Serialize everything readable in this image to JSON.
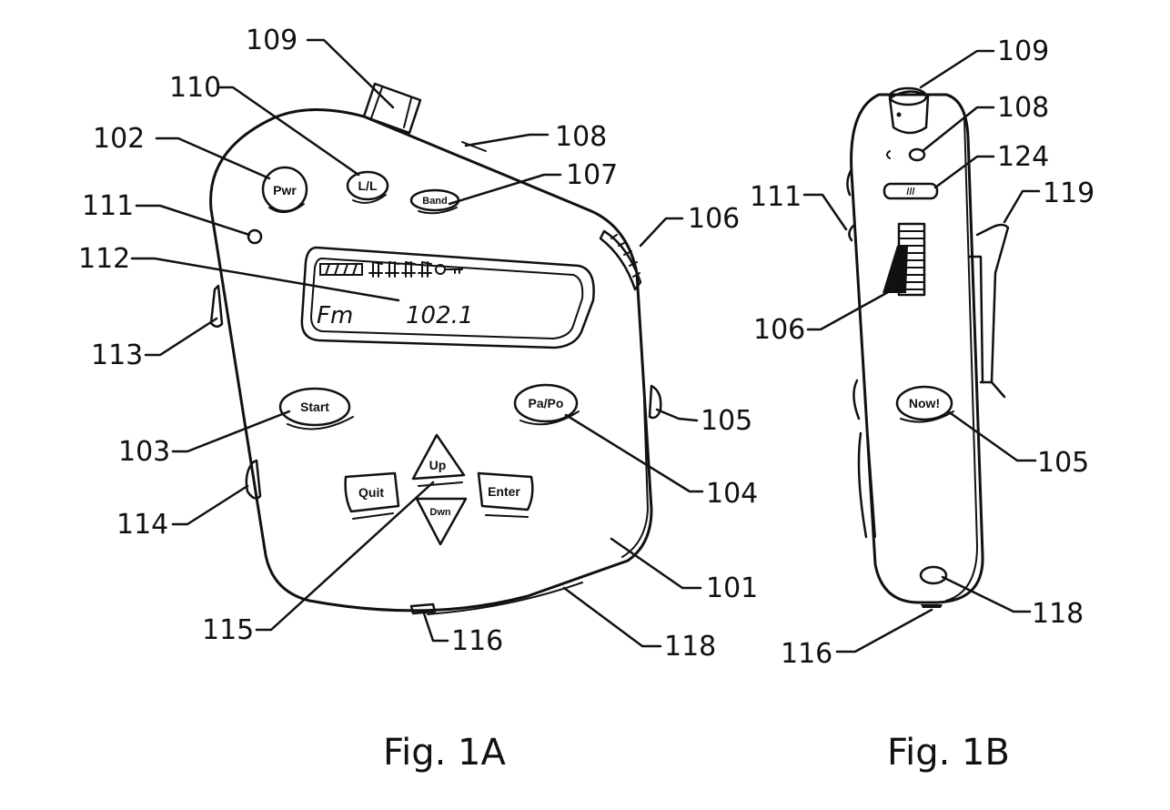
{
  "figures": [
    {
      "caption": "Fig. 1A"
    },
    {
      "caption": "Fig. 1B"
    }
  ],
  "device_front": {
    "display": {
      "band": "Fm",
      "frequency": "102.1"
    },
    "buttons": {
      "power": "Pwr",
      "lock": "L/L",
      "band": "Band",
      "start": "Start",
      "pause": "Pa/Po",
      "quit": "Quit",
      "up": "Up",
      "down": "Dwn",
      "enter": "Enter"
    }
  },
  "device_side": {
    "buttons": {
      "now": "Now!",
      "switch": "///"
    }
  },
  "labels_1a": {
    "l109": "109",
    "l110": "110",
    "l102": "102",
    "l111": "111",
    "l112": "112",
    "l108": "108",
    "l107": "107",
    "l106": "106",
    "l113": "113",
    "l103": "103",
    "l105": "105",
    "l104": "104",
    "l114": "114",
    "l115": "115",
    "l116": "116",
    "l118": "118",
    "l101": "101"
  },
  "labels_1b": {
    "l109": "109",
    "l108": "108",
    "l124": "124",
    "l111": "111",
    "l119": "119",
    "l106": "106",
    "l105": "105",
    "l118": "118",
    "l116": "116"
  }
}
